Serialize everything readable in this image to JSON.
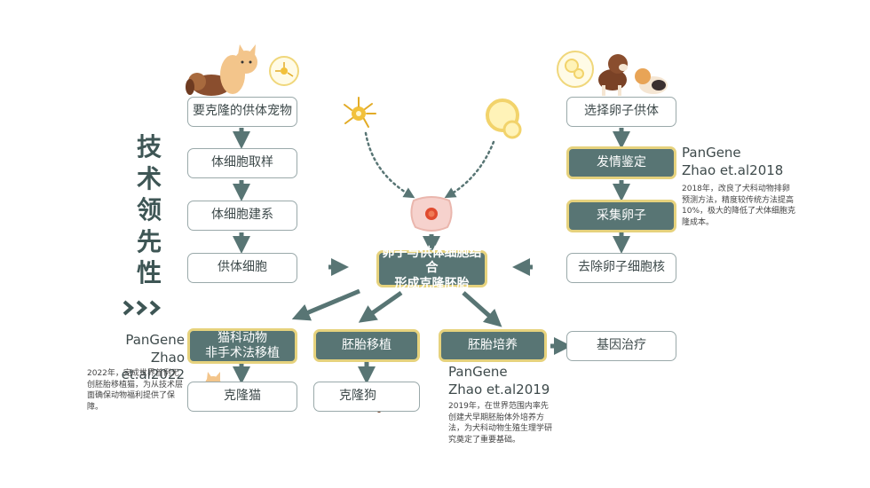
{
  "side_title": [
    "技",
    "术",
    "领",
    "先",
    "性"
  ],
  "left_chain": [
    "要克隆的供体宠物",
    "体细胞取样",
    "体细胞建系",
    "供体细胞"
  ],
  "right_chain": {
    "select": "选择卵子供体",
    "estrus": "发情鉴定",
    "collect": "采集卵子",
    "remove": "去除卵子细胞核"
  },
  "center": {
    "line1": "卵子与供体细胞结合",
    "line2": "形成克隆胚胎"
  },
  "bottom": {
    "cat_transfer_line1": "猫科动物",
    "cat_transfer_line2": "非手术法移植",
    "cloned_cat": "克隆猫",
    "embryo_transfer": "胚胎移植",
    "cloned_dog": "克隆狗",
    "embryo_culture": "胚胎培养",
    "gene_therapy": "基因治疗"
  },
  "refs": {
    "r2018": {
      "title1": "PanGene",
      "title2": "Zhao et.al2018",
      "note": "2018年，改良了犬科动物排卵预测方法，精度较传统方法提高10%，极大的降低了犬体细胞克隆成本。"
    },
    "r2022": {
      "title1": "PanGene",
      "title2": "Zhao et.al2022",
      "note": "2022年，完成世界首例无创胚胎移植猫，为从技术层面确保动物福利提供了保障。"
    },
    "r2019": {
      "title1": "PanGene",
      "title2": "Zhao et.al2019",
      "note": "2019年，在世界范围内率先创建犬早期胚胎体外培养方法，为犬科动物生殖生理学研究奠定了重要基础。"
    }
  },
  "colors": {
    "dark_box": "#587574",
    "gold_border": "#e6d27d",
    "arrow": "#587574",
    "light_border": "#9aa9aa"
  },
  "icons": [
    "dog-cat-icon",
    "sperm-cell-icon",
    "egg-cell-icon",
    "embryo-cell-icon",
    "chevron-right-icon"
  ]
}
